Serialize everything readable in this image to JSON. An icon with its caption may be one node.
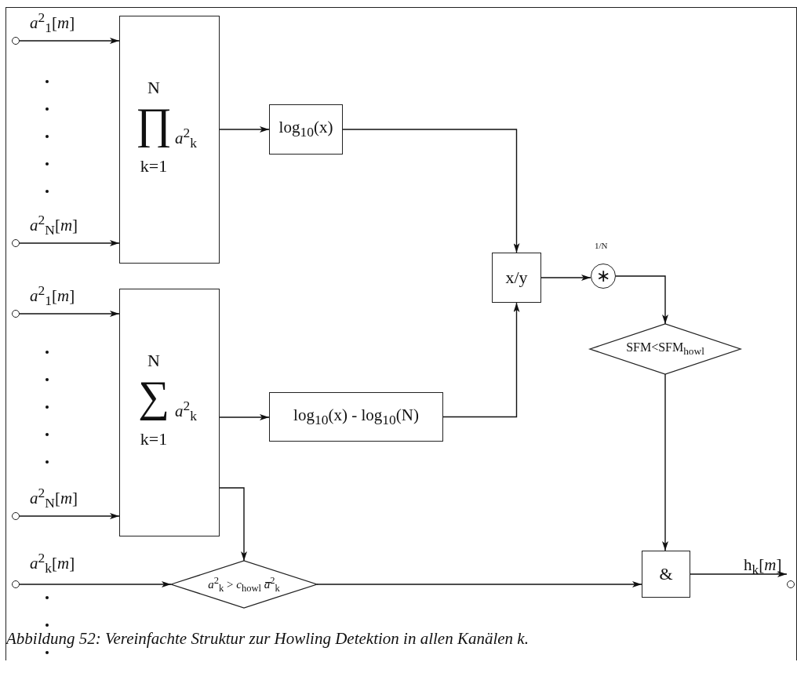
{
  "diagram": {
    "caption": "Abbildung 52: Vereinfachte Struktur zur Howling Detektion in allen Kanälen k.",
    "nodes": [
      {
        "text": [],
        "shape": "circle",
        "beside": [
          "*a*$^{2}$$_{1}$[*m*]"
        ]
      },
      {
        "text": [],
        "shape": "circle",
        "beside": [
          "*a*$^{2}$$_{N}$[*m*]"
        ]
      },
      {
        "text": [
          "N",
          "∏",
          "k=1",
          "*a*$^{2}$$_{k}$"
        ]
      },
      {
        "text": [
          "log$_{10}$(x)"
        ]
      },
      {
        "text": [],
        "shape": "circle",
        "beside": [
          "*a*$^{2}$$_{1}$[*m*]"
        ]
      },
      {
        "text": [],
        "shape": "circle",
        "beside": [
          "*a*$^{2}$$_{N}$[*m*]"
        ]
      },
      {
        "text": [
          "N",
          "∑",
          "k=1",
          "*a*$^{2}$$_{k}$"
        ]
      },
      {
        "text": [
          "log$_{10}$(x) - log$_{10}$(N)"
        ]
      },
      {
        "text": [
          "x/y"
        ]
      },
      {
        "text": [
          "∗"
        ],
        "beside": [
          "1/N"
        ]
      },
      {
        "text": [
          "SFM<SFM$_{howl}$"
        ]
      },
      {
        "text": [],
        "shape": "circle",
        "beside": [
          "*a*$^{2}$$_{k}$[*m*]"
        ]
      },
      {
        "text": [
          "*a*$^{2}$$_{k}$ > *c*$_{howl}$ *a̅*$^{2}$$_{k}$"
        ]
      },
      {
        "text": [
          "&"
        ]
      },
      {
        "text": [],
        "shape": "circle",
        "beside": [
          "h$_{k}$[*m*]"
        ]
      }
    ],
    "edges": [
      {
        "from": 0,
        "to": 2,
        "arrow": "to"
      },
      {
        "from": 1,
        "to": 2,
        "arrow": "to"
      },
      {
        "from": 2,
        "to": 3,
        "arrow": "to"
      },
      {
        "from": 3,
        "to": 8,
        "arrow": "to"
      },
      {
        "from": 4,
        "to": 6,
        "arrow": "to"
      },
      {
        "from": 5,
        "to": 6,
        "arrow": "to"
      },
      {
        "from": 6,
        "to": 7,
        "arrow": "to"
      },
      {
        "from": 7,
        "to": 8,
        "arrow": "to"
      },
      {
        "from": 8,
        "to": 9,
        "arrow": "to"
      },
      {
        "from": 9,
        "to": 10,
        "arrow": "to"
      },
      {
        "from": 6,
        "to": 12,
        "arrow": "to"
      },
      {
        "from": 11,
        "to": 12,
        "arrow": "to"
      },
      {
        "from": 12,
        "to": 13,
        "arrow": "to"
      },
      {
        "from": 10,
        "to": 13,
        "arrow": "to"
      },
      {
        "from": 13,
        "to": 14,
        "arrow": "to"
      }
    ]
  }
}
